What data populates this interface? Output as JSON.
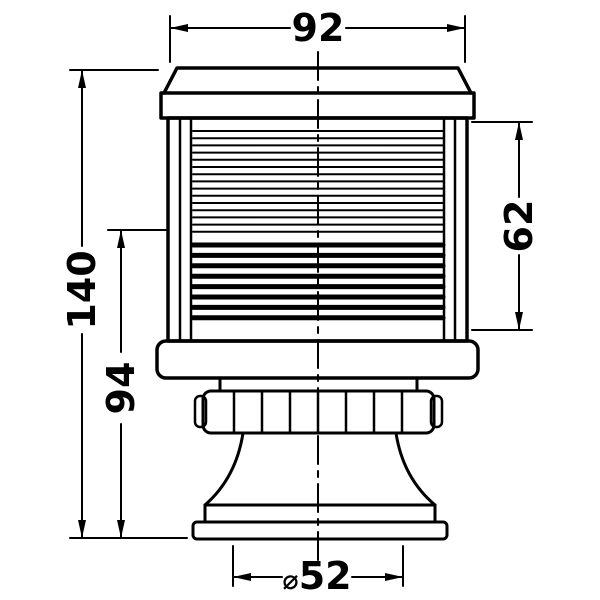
{
  "dimensions": {
    "width": "92",
    "height_overall": "140",
    "height_base_to_lens": "94",
    "lens_height": "62",
    "base_dia_symbol": "⌀",
    "base_dia_value": "52"
  },
  "colors": {
    "ink": "#000000",
    "paper": "#ffffff"
  }
}
